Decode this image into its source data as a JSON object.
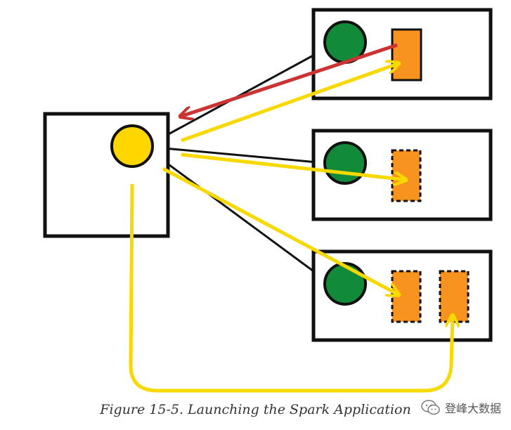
{
  "figure": {
    "caption": "Figure 15-5. Launching the Spark Application",
    "watermark": "登峰大数据"
  },
  "colors": {
    "box_stroke": "#111111",
    "driver": "#ffd700",
    "worker_node": "#118a3a",
    "executor": "#f7931e",
    "request_arrow": "#cc3333",
    "launch_arrow": "#f7d800",
    "link_line": "#111111"
  },
  "nodes": {
    "driver_host": {
      "process": "driver",
      "color": "yellow"
    },
    "workers": [
      {
        "executors": [
          {
            "style": "solid"
          }
        ]
      },
      {
        "executors": [
          {
            "style": "dashed"
          }
        ]
      },
      {
        "executors": [
          {
            "style": "dashed"
          },
          {
            "style": "dashed"
          }
        ]
      }
    ]
  },
  "arrows": [
    {
      "from": "worker-1-executor",
      "to": "driver",
      "color": "red"
    },
    {
      "from": "driver",
      "to": "worker-1-executor",
      "color": "yellow"
    },
    {
      "from": "driver",
      "to": "worker-2-executor",
      "color": "yellow"
    },
    {
      "from": "driver",
      "to": "worker-3-executor-1",
      "color": "yellow"
    },
    {
      "from": "driver",
      "to": "worker-3-executor-2",
      "color": "yellow",
      "route": "below"
    }
  ]
}
